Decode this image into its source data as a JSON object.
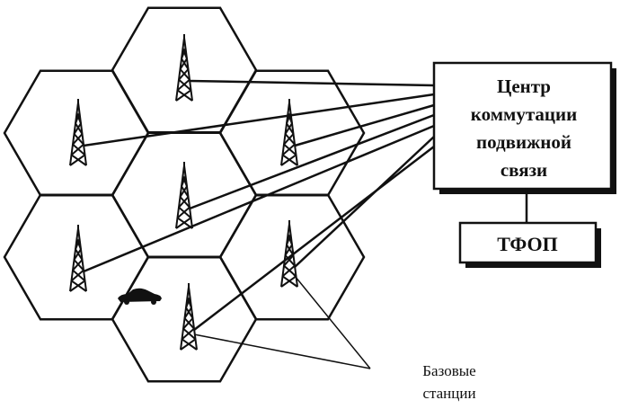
{
  "msc_box": {
    "lines": [
      "Центр",
      "коммутации",
      "подвижной",
      "связи"
    ]
  },
  "pstn_box": {
    "label": "ТФОП"
  },
  "base_stations_label": {
    "lines": [
      "Базовые",
      "станции"
    ]
  },
  "colors": {
    "ink": "#111111",
    "background": "#ffffff"
  }
}
